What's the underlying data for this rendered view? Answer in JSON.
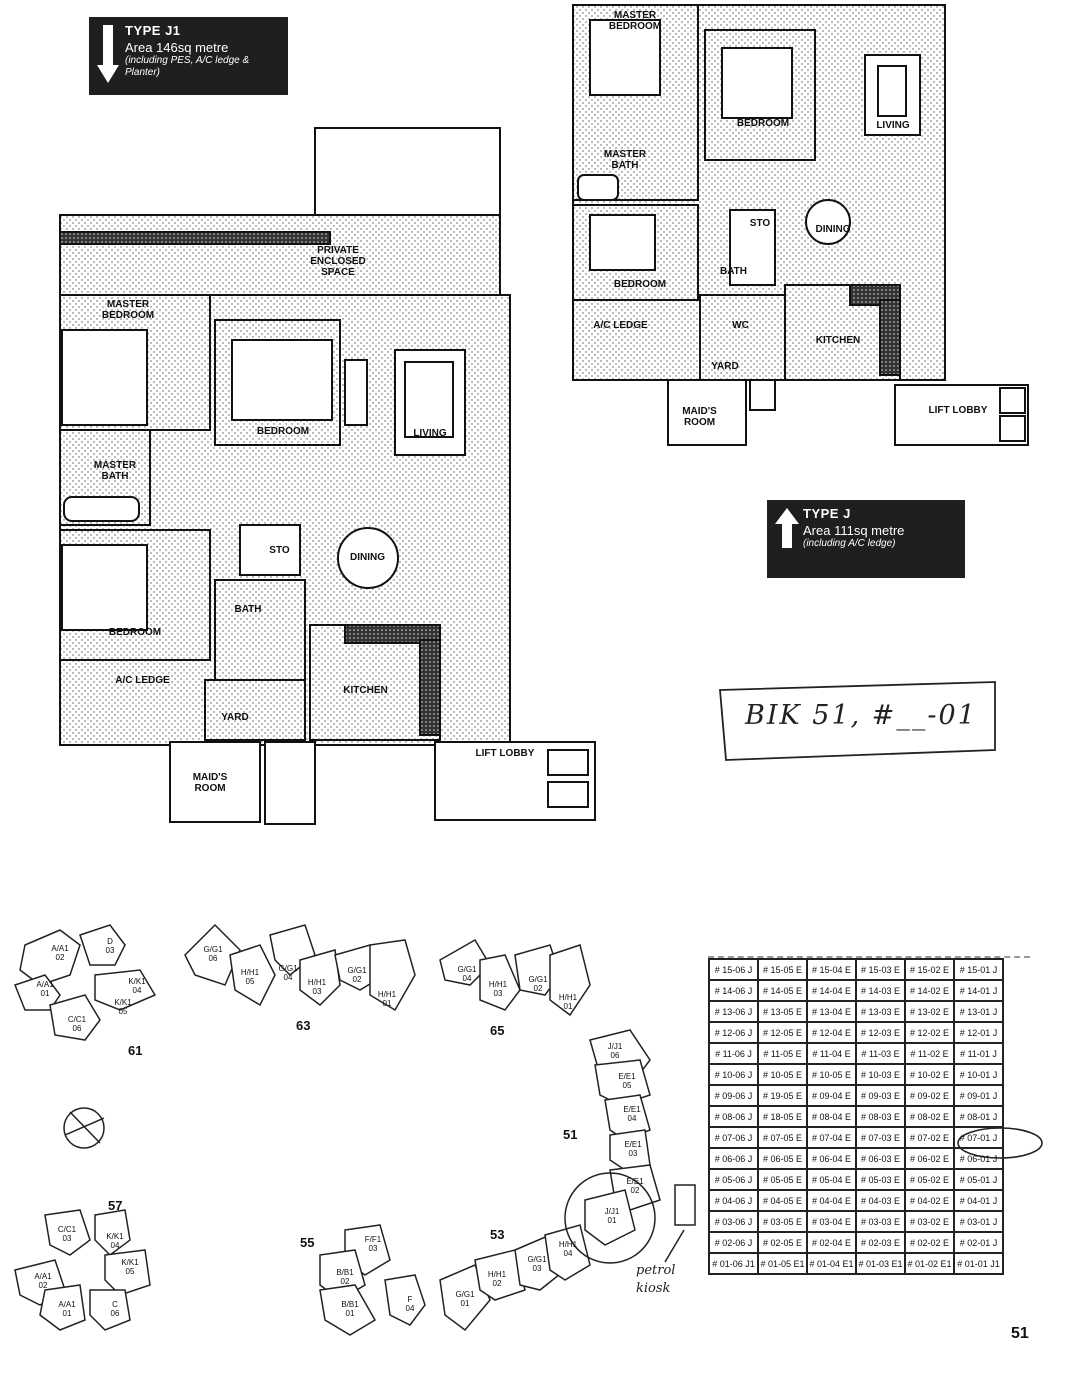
{
  "type_j1": {
    "title": "TYPE J1",
    "area": "Area 146sq metre",
    "note": "(including PES, A/C ledge & Planter)"
  },
  "type_j": {
    "title": "TYPE J",
    "area": "Area 111sq metre",
    "note": "(including A/C ledge)"
  },
  "plan_j1_labels": {
    "private": "PRIVATE\nENCLOSED\nSPACE",
    "master_bedroom": "MASTER\nBEDROOM",
    "bedroom_a": "BEDROOM",
    "living": "LIVING",
    "master_bath": "MASTER\nBATH",
    "sto": "STO",
    "dining": "DINING",
    "bedroom_b": "BEDROOM",
    "bath": "BATH",
    "ac_ledge": "A/C LEDGE",
    "kitchen": "KITCHEN",
    "yard": "YARD",
    "maids_room": "MAID'S\nROOM",
    "lift_lobby": "LIFT LOBBY"
  },
  "plan_j_labels": {
    "master_bedroom": "MASTER\nBEDROOM",
    "bedroom_a": "BEDROOM",
    "living": "LIVING",
    "master_bath": "MASTER\nBATH",
    "sto": "STO",
    "dining": "DINING",
    "bedroom_b": "BEDROOM",
    "bath": "BATH",
    "wc": "WC",
    "kitchen": "KITCHEN",
    "ac_ledge": "A/C LEDGE",
    "yard": "YARD",
    "maids_room": "MAID'S\nROOM",
    "lift_lobby": "LIFT LOBBY"
  },
  "handwritten_note": "BIK 51, #__-01",
  "petrol_note": "petrol\nkiosk",
  "blocks": {
    "b61": "61",
    "b63": "63",
    "b65": "65",
    "b57": "57",
    "b55": "55",
    "b53": "53",
    "b51": "51"
  },
  "site_units": {
    "b61": [
      "A/A1\n02",
      "D\n03",
      "A/A1\n01",
      "K/K1\n04",
      "K/K1\n05",
      "C/C1\n06"
    ],
    "b63": [
      "G/G1\n06",
      "H/H1\n05",
      "G/G1\n04",
      "H/H1\n03",
      "G/G1\n02",
      "H/H1\n01"
    ],
    "b65": [
      "G/G1\n04",
      "H/H1\n03",
      "G/G1\n02",
      "H/H1\n01"
    ],
    "b57": [
      "C/C1\n03",
      "K/K1\n04",
      "K/K1\n05",
      "A/A1\n02",
      "A/A1\n01",
      "C\n06"
    ],
    "b55": [
      "F/F1\n03",
      "B/B1\n02",
      "B/B1\n01",
      "F\n04"
    ],
    "b53": [
      "G/G1\n01",
      "H/H1\n02",
      "G/G1\n03",
      "H/H1\n04"
    ],
    "b51": [
      "J/J1\n06",
      "E/E1\n05",
      "E/E1\n04",
      "E/E1\n03",
      "E/E1\n02",
      "J/J1\n01"
    ]
  },
  "unit_table": [
    [
      "# 15-06 J",
      "# 15-05 E",
      "# 15-04 E",
      "# 15-03 E",
      "# 15-02 E",
      "# 15-01 J"
    ],
    [
      "# 14-06 J",
      "# 14-05 E",
      "# 14-04 E",
      "# 14-03 E",
      "# 14-02 E",
      "# 14-01 J"
    ],
    [
      "# 13-06 J",
      "# 13-05 E",
      "# 13-04 E",
      "# 13-03 E",
      "# 13-02 E",
      "# 13-01 J"
    ],
    [
      "# 12-06 J",
      "# 12-05 E",
      "# 12-04 E",
      "# 12-03 E",
      "# 12-02 E",
      "# 12-01 J"
    ],
    [
      "# 11-06 J",
      "# 11-05 E",
      "# 11-04 E",
      "# 11-03 E",
      "# 11-02 E",
      "# 11-01 J"
    ],
    [
      "# 10-06 J",
      "# 10-05 E",
      "# 10-05 E",
      "# 10-03 E",
      "# 10-02 E",
      "# 10-01 J"
    ],
    [
      "# 09-06 J",
      "# 19-05 E",
      "# 09-04 E",
      "# 09-03 E",
      "# 09-02 E",
      "# 09-01 J"
    ],
    [
      "# 08-06 J",
      "# 18-05 E",
      "# 08-04 E",
      "# 08-03 E",
      "# 08-02 E",
      "# 08-01 J"
    ],
    [
      "# 07-06 J",
      "# 07-05 E",
      "# 07-04 E",
      "# 07-03 E",
      "# 07-02 E",
      "# 07-01 J"
    ],
    [
      "# 06-06 J",
      "# 06-05 E",
      "# 06-04 E",
      "# 06-03 E",
      "# 06-02 E",
      "# 06-01 J"
    ],
    [
      "# 05-06 J",
      "# 05-05 E",
      "# 05-04 E",
      "# 05-03 E",
      "# 05-02 E",
      "# 05-01 J"
    ],
    [
      "# 04-06 J",
      "# 04-05 E",
      "# 04-04 E",
      "# 04-03 E",
      "# 04-02 E",
      "# 04-01 J"
    ],
    [
      "# 03-06 J",
      "# 03-05 E",
      "# 03-04 E",
      "# 03-03 E",
      "# 03-02 E",
      "# 03-01 J"
    ],
    [
      "# 02-06 J",
      "# 02-05 E",
      "# 02-04 E",
      "# 02-03 E",
      "# 02-02 E",
      "# 02-01 J"
    ],
    [
      "# 01-06 J1",
      "# 01-05 E1",
      "# 01-04 E1",
      "# 01-03 E1",
      "# 01-02 E1",
      "# 01-01 J1"
    ]
  ],
  "page_number": "51"
}
